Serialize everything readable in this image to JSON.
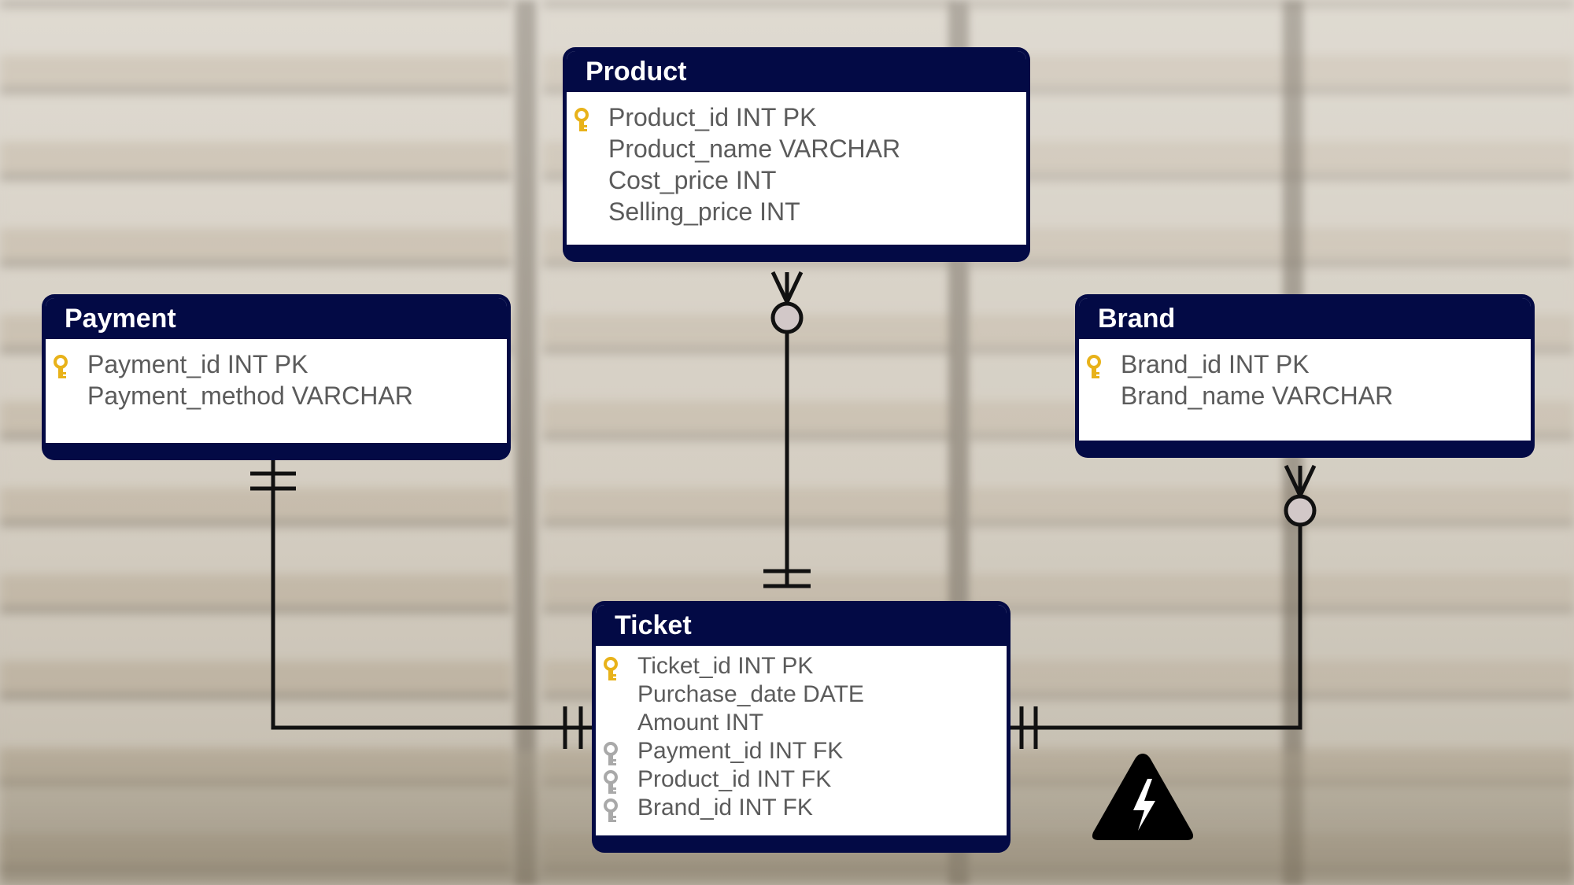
{
  "diagram": {
    "entities": [
      {
        "id": "product",
        "title": "Product",
        "fields": [
          {
            "label": "Product_id INT PK",
            "key": "primary-key-icon"
          },
          {
            "label": "Product_name VARCHAR",
            "key": ""
          },
          {
            "label": "Cost_price INT",
            "key": ""
          },
          {
            "label": "Selling_price INT",
            "key": ""
          }
        ]
      },
      {
        "id": "payment",
        "title": "Payment",
        "fields": [
          {
            "label": "Payment_id INT PK",
            "key": "primary-key-icon"
          },
          {
            "label": "Payment_method VARCHAR",
            "key": ""
          }
        ]
      },
      {
        "id": "brand",
        "title": "Brand",
        "fields": [
          {
            "label": "Brand_id INT PK",
            "key": "primary-key-icon"
          },
          {
            "label": "Brand_name VARCHAR",
            "key": ""
          }
        ]
      },
      {
        "id": "ticket",
        "title": "Ticket",
        "fields": [
          {
            "label": "Ticket_id INT PK",
            "key": "primary-key-icon"
          },
          {
            "label": "Purchase_date DATE",
            "key": ""
          },
          {
            "label": "Amount INT",
            "key": ""
          },
          {
            "label": "Payment_id INT FK",
            "key": "foreign-key-icon"
          },
          {
            "label": "Product_id INT FK",
            "key": "foreign-key-icon"
          },
          {
            "label": "Brand_id INT FK",
            "key": "foreign-key-icon"
          }
        ]
      }
    ],
    "relationships": [
      {
        "from": "payment",
        "from_card": "exactly-one",
        "to": "ticket",
        "to_card": "exactly-one"
      },
      {
        "from": "product",
        "from_card": "zero-or-many",
        "to": "ticket",
        "to_card": "exactly-one"
      },
      {
        "from": "brand",
        "from_card": "zero-or-many",
        "to": "ticket",
        "to_card": "exactly-one"
      }
    ],
    "colors": {
      "header": "#030a45",
      "line": "#111111",
      "field_text": "#5b5b5b",
      "primary_key": "#e8b21a",
      "foreign_key": "#a9a9a9",
      "crow_circle_fill": "#d2c8c8"
    },
    "icons": {
      "warning": "high-voltage-warning-icon"
    }
  }
}
